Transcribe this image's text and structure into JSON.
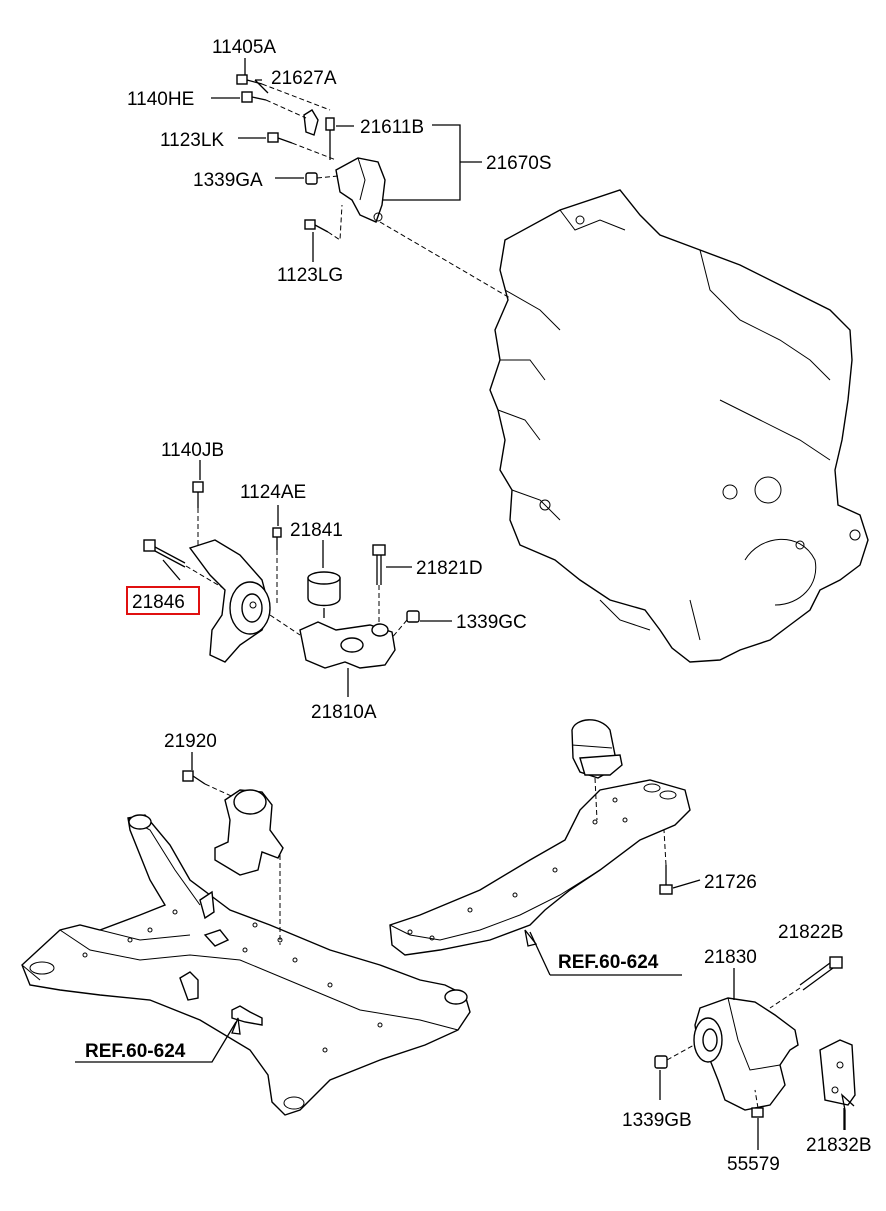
{
  "labels": {
    "p_11405A": "11405A",
    "p_21627A": "21627A",
    "p_1140HE": "1140HE",
    "p_21611B": "21611B",
    "p_1123LK": "1123LK",
    "p_21670S": "21670S",
    "p_1339GA": "1339GA",
    "p_1123LG": "1123LG",
    "p_1140JB": "1140JB",
    "p_1124AE": "1124AE",
    "p_21841": "21841",
    "p_21821D": "21821D",
    "p_21846": "21846",
    "p_1339GC": "1339GC",
    "p_21810A": "21810A",
    "p_21920": "21920",
    "p_21726": "21726",
    "ref_right": "REF.60-624",
    "p_21830": "21830",
    "p_21822B": "21822B",
    "ref_left": "REF.60-624",
    "p_1339GB": "1339GB",
    "p_55579": "55579",
    "p_21832B": "21832B"
  },
  "highlight": {
    "part": "21846",
    "color": "#e01010"
  }
}
